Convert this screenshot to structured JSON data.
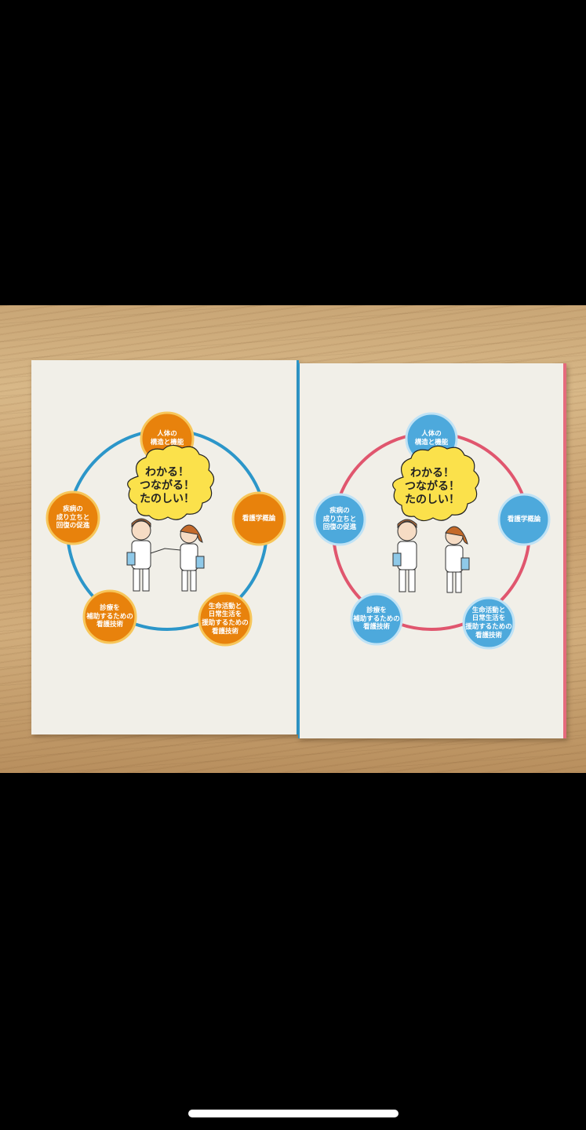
{
  "photo": {
    "subject": "two books on a wooden table",
    "books": [
      {
        "id": "left",
        "accent_color": "#e8820c",
        "ring_color": "#2c96c9",
        "bubble_text": "わかる！\nつながる！\nたのしい！",
        "nodes": [
          "人体の\n構造と機能",
          "看護学概論",
          "生命活動と\n日常生活を\n援助するための\n看護技術",
          "診療を\n補助するための\n看護技術",
          "疾病の\n成り立ちと\n回復の促進"
        ]
      },
      {
        "id": "right",
        "accent_color": "#4da9dc",
        "ring_color": "#e0566e",
        "bubble_text": "わかる！\nつながる！\nたのしい！",
        "nodes": [
          "人体の\n構造と機能",
          "看護学概論",
          "生命活動と\n日常生活を\n援助するための\n看護技術",
          "診療を\n補助するための\n看護技術",
          "疾病の\n成り立ちと\n回復の促進"
        ]
      }
    ]
  }
}
